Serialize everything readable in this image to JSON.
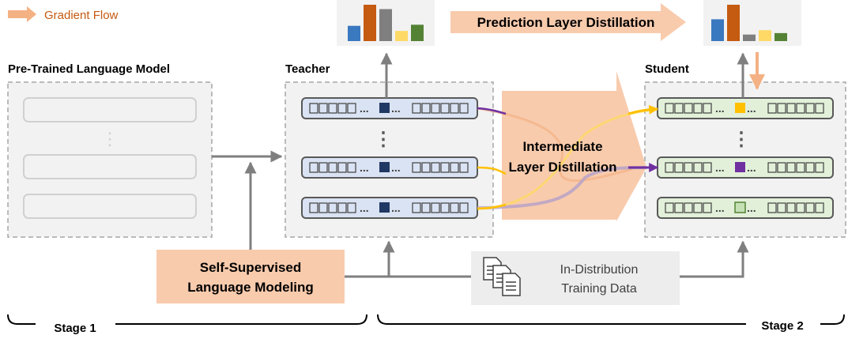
{
  "legend": {
    "label": "Gradient Flow"
  },
  "panels": {
    "pretrained": "Pre-Trained Language Model",
    "teacher": "Teacher",
    "student": "Student"
  },
  "arrows": {
    "prediction": "Prediction Layer Distillation",
    "intermediate_line1": "Intermediate",
    "intermediate_line2": "Layer Distillation"
  },
  "boxes": {
    "ssl_line1": "Self-Supervised",
    "ssl_line2": "Language Modeling",
    "data_line1": "In-Distribution",
    "data_line2": "Training Data"
  },
  "stages": {
    "stage1": "Stage 1",
    "stage2": "Stage 2"
  },
  "layer_text": {
    "ellipsis": "...",
    "vdots": "⋮"
  },
  "bar_charts": {
    "teacher": {
      "values": [
        0.42,
        1.0,
        0.88,
        0.28,
        0.45
      ],
      "colors": [
        "#3a78c0",
        "#c55a11",
        "#7f7f7f",
        "#ffd966",
        "#548235"
      ]
    },
    "student": {
      "values": [
        0.6,
        1.0,
        0.18,
        0.3,
        0.22
      ],
      "colors": [
        "#3a78c0",
        "#c55a11",
        "#7f7f7f",
        "#ffd966",
        "#548235"
      ]
    }
  },
  "colors": {
    "gradient": "#f4b183",
    "arrow_fill": "#f8cbad",
    "teacher_layer": "#dae3f3",
    "student_layer": "#e2f0d9",
    "pretrained_layer": "#f2f2f2",
    "dark_block": "#203864",
    "gold": "#ffc000",
    "purple": "#7030a0",
    "green_block": "#c5e0b4"
  }
}
